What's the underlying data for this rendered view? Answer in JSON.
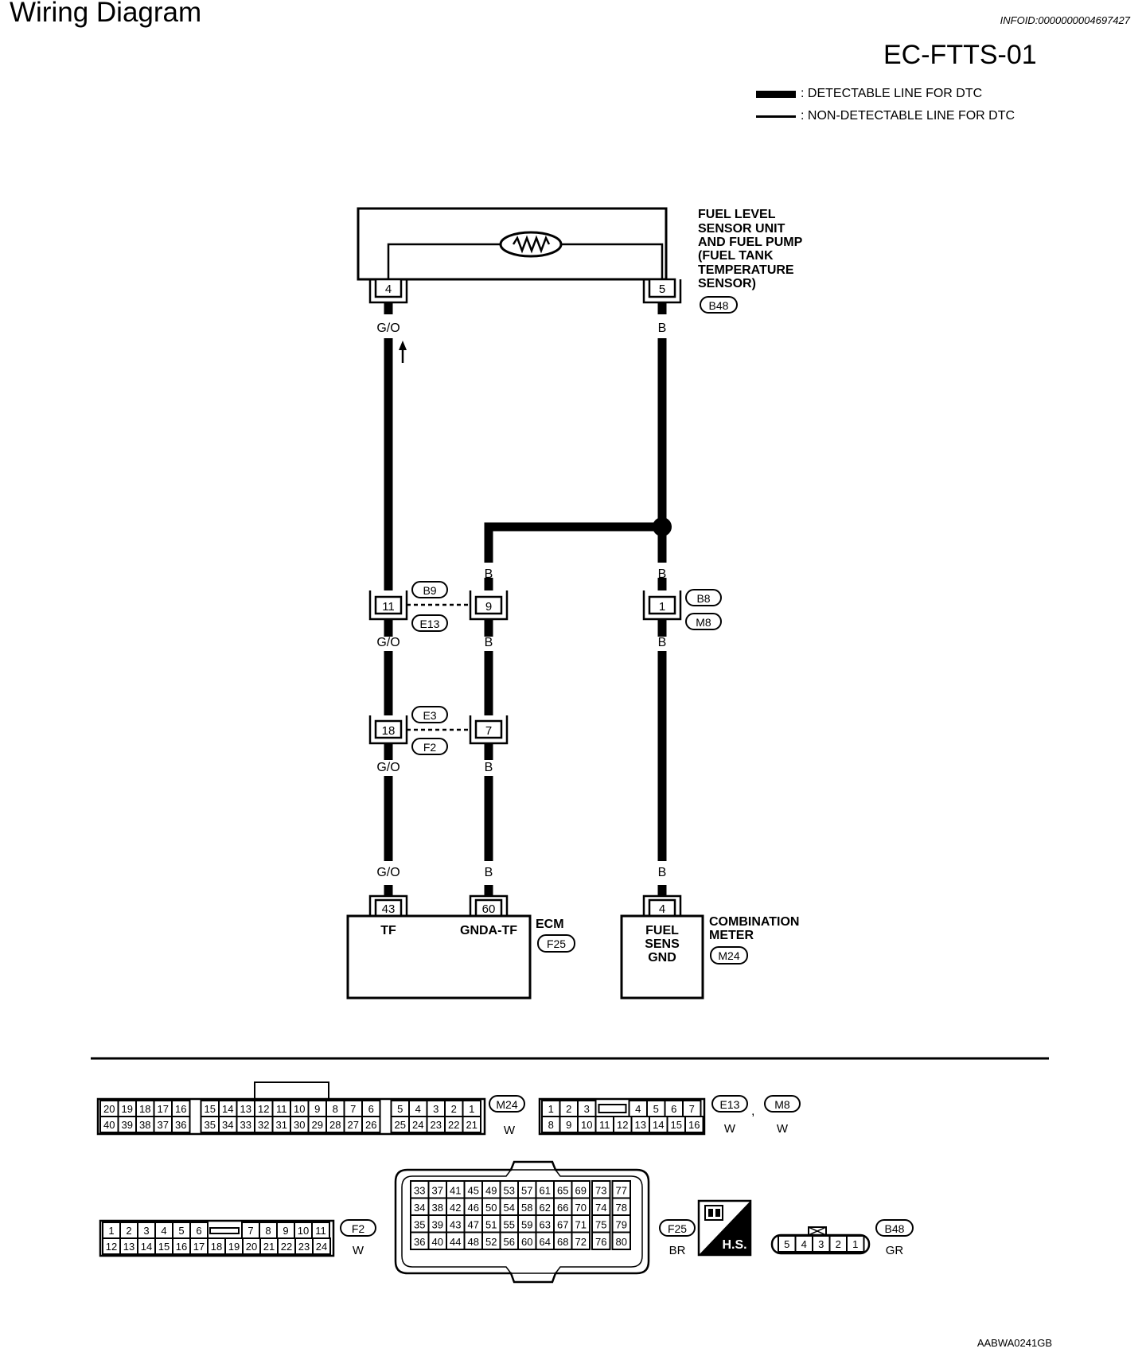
{
  "header": {
    "title": "Wiring Diagram",
    "info_id": "INFOID:0000000004697427",
    "diagram_id": "EC-FTTS-01"
  },
  "legend": {
    "detectable": ": DETECTABLE LINE FOR DTC",
    "non_detectable": ": NON-DETECTABLE LINE FOR DTC"
  },
  "sensor": {
    "label_lines": [
      "FUEL LEVEL",
      "SENSOR UNIT",
      "AND FUEL PUMP",
      "(FUEL TANK",
      "TEMPERATURE",
      "SENSOR)"
    ],
    "connector": "B48",
    "pin_left": "4",
    "pin_right": "5"
  },
  "wires": {
    "go": "G/O",
    "b": "B"
  },
  "joints": {
    "b9_e13": {
      "top": "B9",
      "bottom": "E13",
      "pin_left": "11",
      "pin_right": "9"
    },
    "b8_m8": {
      "top": "B8",
      "bottom": "M8",
      "pin": "1"
    },
    "e3_f2": {
      "top": "E3",
      "bottom": "F2",
      "pin_left": "18",
      "pin_right": "7"
    }
  },
  "ecm": {
    "name": "ECM",
    "connector": "F25",
    "pin_tf": "43",
    "pin_gnda": "60",
    "term_tf": "TF",
    "term_gnda": "GNDA-TF"
  },
  "meter": {
    "name_lines": [
      "COMBINATION",
      "METER"
    ],
    "connector": "M24",
    "pin": "4",
    "term_lines": [
      "FUEL",
      "SENS",
      "GND"
    ]
  },
  "connector_views": {
    "m24": {
      "id": "M24",
      "color": "W",
      "top": [
        "20",
        "19",
        "18",
        "17",
        "16",
        "",
        "15",
        "14",
        "13",
        "12",
        "11",
        "10",
        "9",
        "8",
        "7",
        "6",
        "",
        "5",
        "4",
        "3",
        "2",
        "1"
      ],
      "bottom": [
        "40",
        "39",
        "38",
        "37",
        "36",
        "",
        "35",
        "34",
        "33",
        "32",
        "31",
        "30",
        "29",
        "28",
        "27",
        "26",
        "",
        "25",
        "24",
        "23",
        "22",
        "21"
      ]
    },
    "e13_m8": {
      "ids": [
        "E13",
        "M8"
      ],
      "color": "W",
      "separator": ",",
      "top": [
        "1",
        "2",
        "3",
        "",
        "4",
        "5",
        "6",
        "7"
      ],
      "bottom": [
        "8",
        "9",
        "10",
        "11",
        "12",
        "13",
        "14",
        "15",
        "16"
      ]
    },
    "f2": {
      "id": "F2",
      "color": "W",
      "top": [
        "1",
        "2",
        "3",
        "4",
        "5",
        "6",
        "",
        "7",
        "8",
        "9",
        "10",
        "11"
      ],
      "bottom": [
        "12",
        "13",
        "14",
        "15",
        "16",
        "17",
        "18",
        "19",
        "20",
        "21",
        "22",
        "23",
        "24"
      ]
    },
    "f25": {
      "id": "F25",
      "color": "BR",
      "rows": [
        [
          "33",
          "37",
          "41",
          "45",
          "49",
          "53",
          "57",
          "61",
          "65",
          "69",
          "73",
          "77"
        ],
        [
          "34",
          "38",
          "42",
          "46",
          "50",
          "54",
          "58",
          "62",
          "66",
          "70",
          "74",
          "78"
        ],
        [
          "35",
          "39",
          "43",
          "47",
          "51",
          "55",
          "59",
          "63",
          "67",
          "71",
          "75",
          "79"
        ],
        [
          "36",
          "40",
          "44",
          "48",
          "52",
          "56",
          "60",
          "64",
          "68",
          "72",
          "76",
          "80"
        ]
      ]
    },
    "hs_badge": "H.S.",
    "b48": {
      "id": "B48",
      "color": "GR",
      "pins": [
        "5",
        "4",
        "3",
        "2",
        "1"
      ]
    }
  },
  "footer_code": "AABWA0241GB"
}
